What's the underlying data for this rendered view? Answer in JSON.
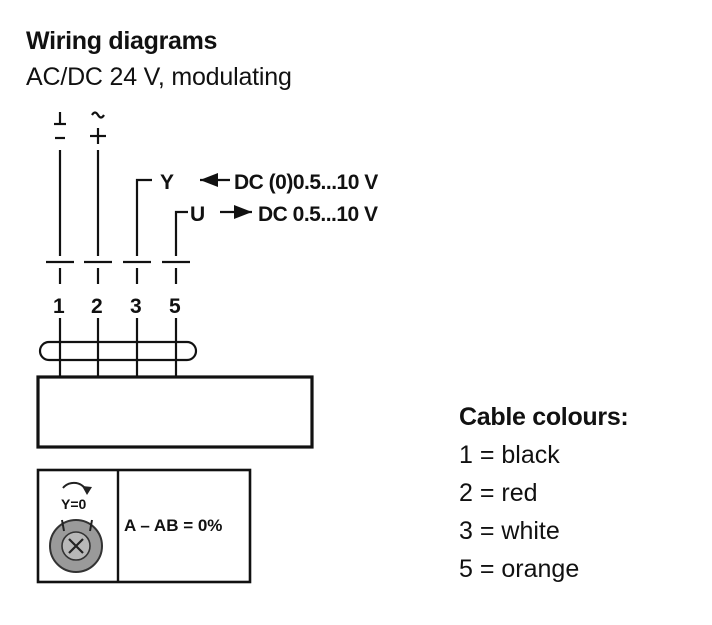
{
  "header": {
    "title": "Wiring diagrams",
    "subtitle": "AC/DC 24 V, modulating"
  },
  "diagram": {
    "supply_symbols": {
      "terminal_1_top": "⊥",
      "terminal_1_bottom": "–",
      "terminal_2_top": "~",
      "terminal_2_bottom": "+"
    },
    "signals": {
      "y_label": "Y",
      "y_text": "DC (0)0.5...10 V",
      "u_label": "U",
      "u_text": "DC 0.5...10 V"
    },
    "terminals": [
      "1",
      "2",
      "3",
      "5"
    ],
    "switch_box": {
      "dial_label": "Y=0",
      "text": "A – AB = 0%"
    }
  },
  "legend": {
    "title": "Cable colours:",
    "items": [
      "1 = black",
      "2 = red",
      "3 = white",
      "5 = orange"
    ]
  },
  "colors": {
    "line": "#111111",
    "dial_fill": "#9a9a9a"
  }
}
